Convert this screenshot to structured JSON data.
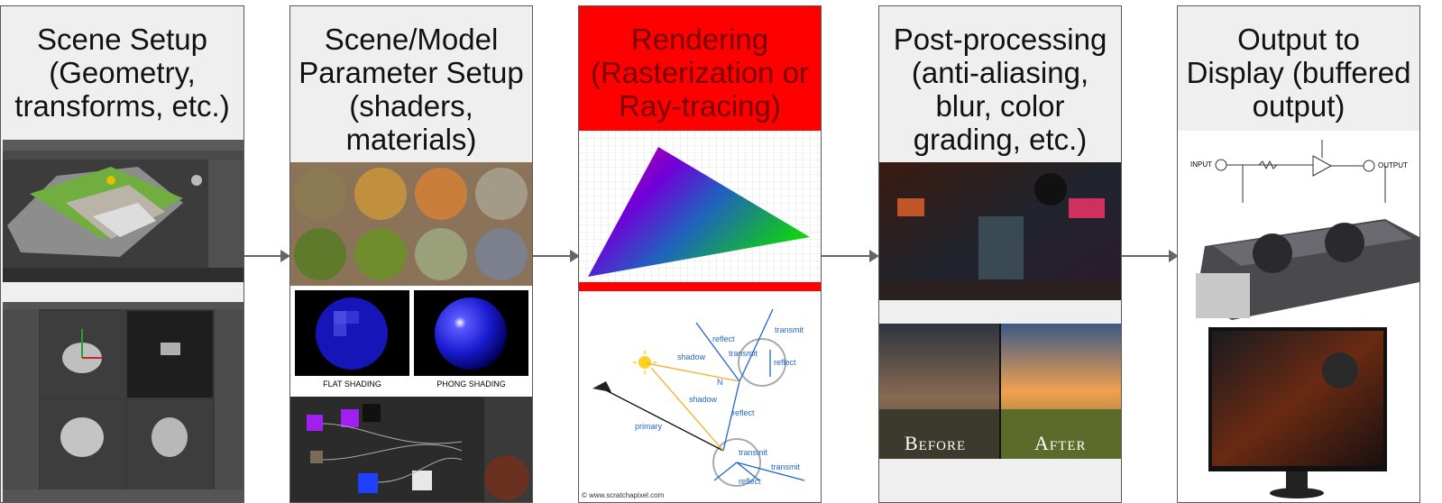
{
  "stages": [
    {
      "id": "scene-setup",
      "title_lines": [
        "Scene Setup",
        "(Geometry,",
        "transforms, etc.)"
      ]
    },
    {
      "id": "parameter-setup",
      "title_lines": [
        "Scene/Model",
        "Parameter Setup",
        "(shaders,",
        "materials)"
      ]
    },
    {
      "id": "rendering",
      "title_lines": [
        "Rendering",
        "(Rasterization or",
        "Ray-tracing)"
      ]
    },
    {
      "id": "post-processing",
      "title_lines": [
        "Post-processing",
        "(anti-aliasing,",
        "blur, color",
        "grading, etc.)"
      ]
    },
    {
      "id": "output",
      "title_lines": [
        "Output to",
        "Display (buffered",
        "output)"
      ]
    }
  ],
  "shading": {
    "flat_label": "FLAT SHADING",
    "phong_label": "PHONG SHADING"
  },
  "raytrace": {
    "labels": [
      "reflect",
      "transmit",
      "reflect",
      "shadow",
      "transmit",
      "N",
      "shadow",
      "reflect",
      "primary",
      "transmit",
      "transmit",
      "reflect"
    ],
    "credit": "© www.scratchapixel.com"
  },
  "post": {
    "before_label": "Before",
    "after_label": "After"
  },
  "circuit": {
    "input_label": "INPUT",
    "output_label": "OUTPUT"
  },
  "colors": {
    "rendering_header": "#ff0000",
    "rendering_text": "#7a0000",
    "stage_bg": "#efefef",
    "arrow": "#666666"
  }
}
